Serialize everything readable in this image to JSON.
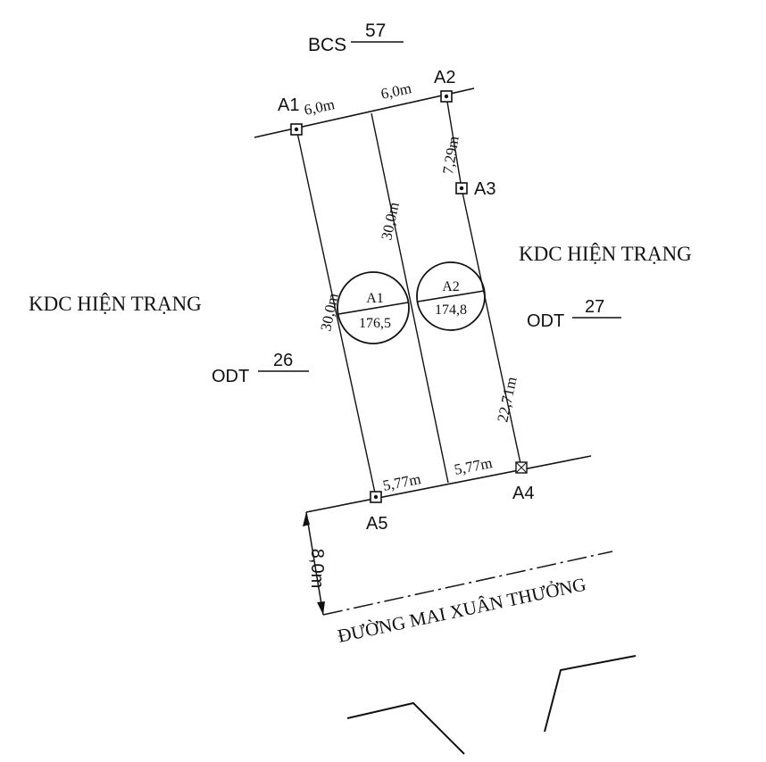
{
  "top_lot": {
    "prefix": "BCS",
    "number": "57"
  },
  "points": {
    "a1": "A1",
    "a2": "A2",
    "a3": "A3",
    "a4": "A4",
    "a5": "A5"
  },
  "dimensions": {
    "top_left": "6,0m",
    "top_right": "6,0m",
    "a2_a3": "7,29m",
    "left_side": "30,0m",
    "middle": "30,0m",
    "right_lower": "22,71m",
    "bottom_left": "5,77m",
    "bottom_right": "5,77m",
    "road_width": "8,0m"
  },
  "parcels": [
    {
      "id": "A1",
      "area": "176,5"
    },
    {
      "id": "A2",
      "area": "174,8"
    }
  ],
  "neighbors": {
    "left_label": "KDC HIỆN TRẠNG",
    "right_label": "KDC HIỆN TRẠNG",
    "left_land": {
      "prefix": "ODT",
      "number": "26"
    },
    "right_land": {
      "prefix": "ODT",
      "number": "27"
    }
  },
  "road_name": "ĐƯỜNG MAI XUÂN THƯỞNG"
}
